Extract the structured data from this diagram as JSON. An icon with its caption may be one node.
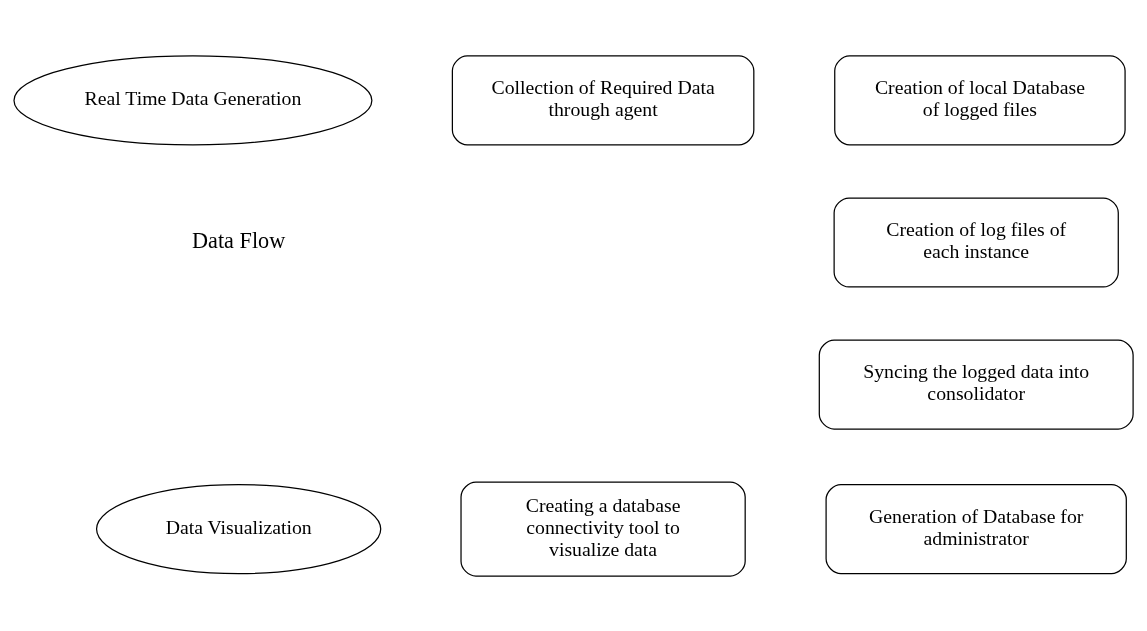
{
  "diagram": {
    "nodes": [
      {
        "text": [
          "Real Time Data Generation"
        ]
      },
      {
        "text": [
          "Collection of Required Data through agent"
        ]
      },
      {
        "text": [
          "Creation of local Database of logged files"
        ]
      },
      {
        "text": [
          "Creation of log files of each instance"
        ]
      },
      {
        "text": [
          "Syncing the logged data into consolidator"
        ]
      },
      {
        "text": [
          "Data Visualization"
        ]
      },
      {
        "text": [
          "Creating a database connectivity tool to visualize data"
        ]
      },
      {
        "text": [
          "Generation of Database for administrator"
        ]
      }
    ],
    "edges": [],
    "labels": [
      "Data Flow"
    ]
  }
}
